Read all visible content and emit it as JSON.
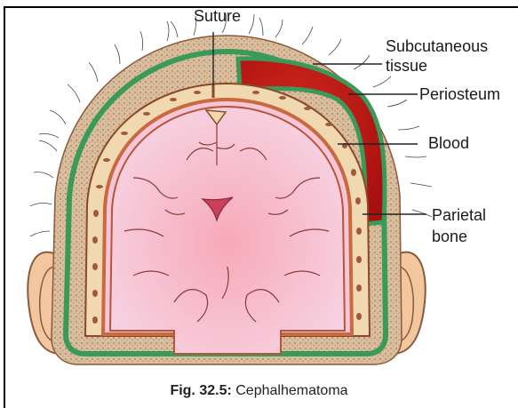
{
  "figure": {
    "labels": {
      "suture": "Suture",
      "subcutaneous_1": "Subcutaneous",
      "subcutaneous_2": "tissue",
      "periosteum": "Periosteum",
      "blood": "Blood",
      "parietal_1": "Parietal",
      "parietal_2": "bone"
    },
    "caption_prefix": "Fig. 32.5:",
    "caption_text": " Cephalhematoma"
  },
  "colors": {
    "brain": "#f6c6d8",
    "bone": "#f0d9b0",
    "dura": "#c8693f",
    "periosteum": "#3a9a5a",
    "scalp": "#d8b898",
    "blood": "#b01818",
    "skin": "#f2c7a0"
  }
}
